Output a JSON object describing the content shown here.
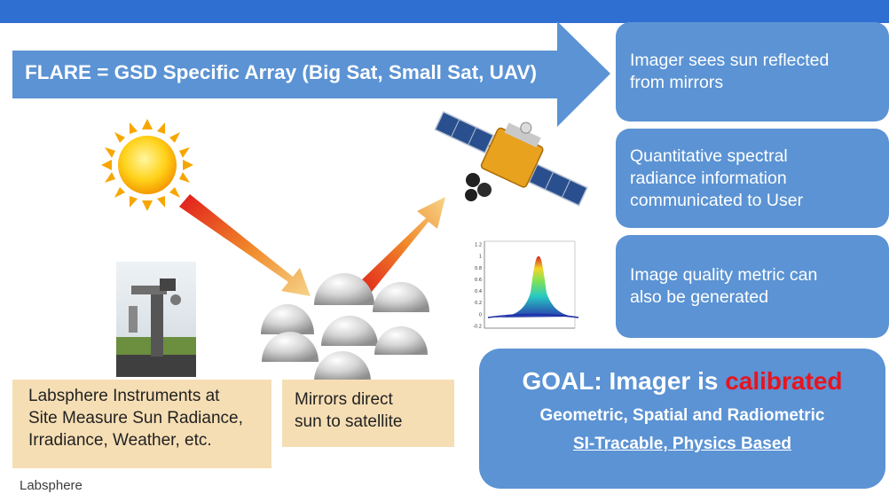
{
  "header": {
    "bar_color": "#2f6fd1"
  },
  "big_arrow": {
    "text": "FLARE = GSD Specific Array (Big Sat, Small Sat, UAV)",
    "color": "#5b93d4"
  },
  "panels": [
    {
      "line1": "Imager sees sun reflected",
      "line2": "from mirrors"
    },
    {
      "line1": "Quantitative spectral",
      "line2": "radiance information",
      "line3": "communicated to User"
    },
    {
      "line1": "Image quality metric can",
      "line2": "also be generated"
    }
  ],
  "goal": {
    "prefix": "GOAL:  Imager is ",
    "highlight": "calibrated",
    "line2": "Geometric, Spatial and Radiometric",
    "line3": "SI-Tracable, Physics Based",
    "highlight_color": "#e8141e"
  },
  "captions": {
    "instruments": {
      "line1": "Labsphere Instruments at",
      "line2": "Site Measure Sun Radiance,",
      "line3": "Irradiance, Weather, etc."
    },
    "mirrors": {
      "line1": "Mirrors direct",
      "line2": "sun to satellite"
    }
  },
  "logo": {
    "text": "Labsphere"
  },
  "icons": [
    "sun-icon",
    "satellite-icon",
    "mirror-icon",
    "instrument-photo",
    "psf-plot",
    "gradient-arrow"
  ],
  "psf_plot": {
    "tick_labels": [
      "1.2",
      "1",
      "0.8",
      "0.6",
      "0.4",
      "0.2",
      "0",
      "-0.2"
    ]
  }
}
